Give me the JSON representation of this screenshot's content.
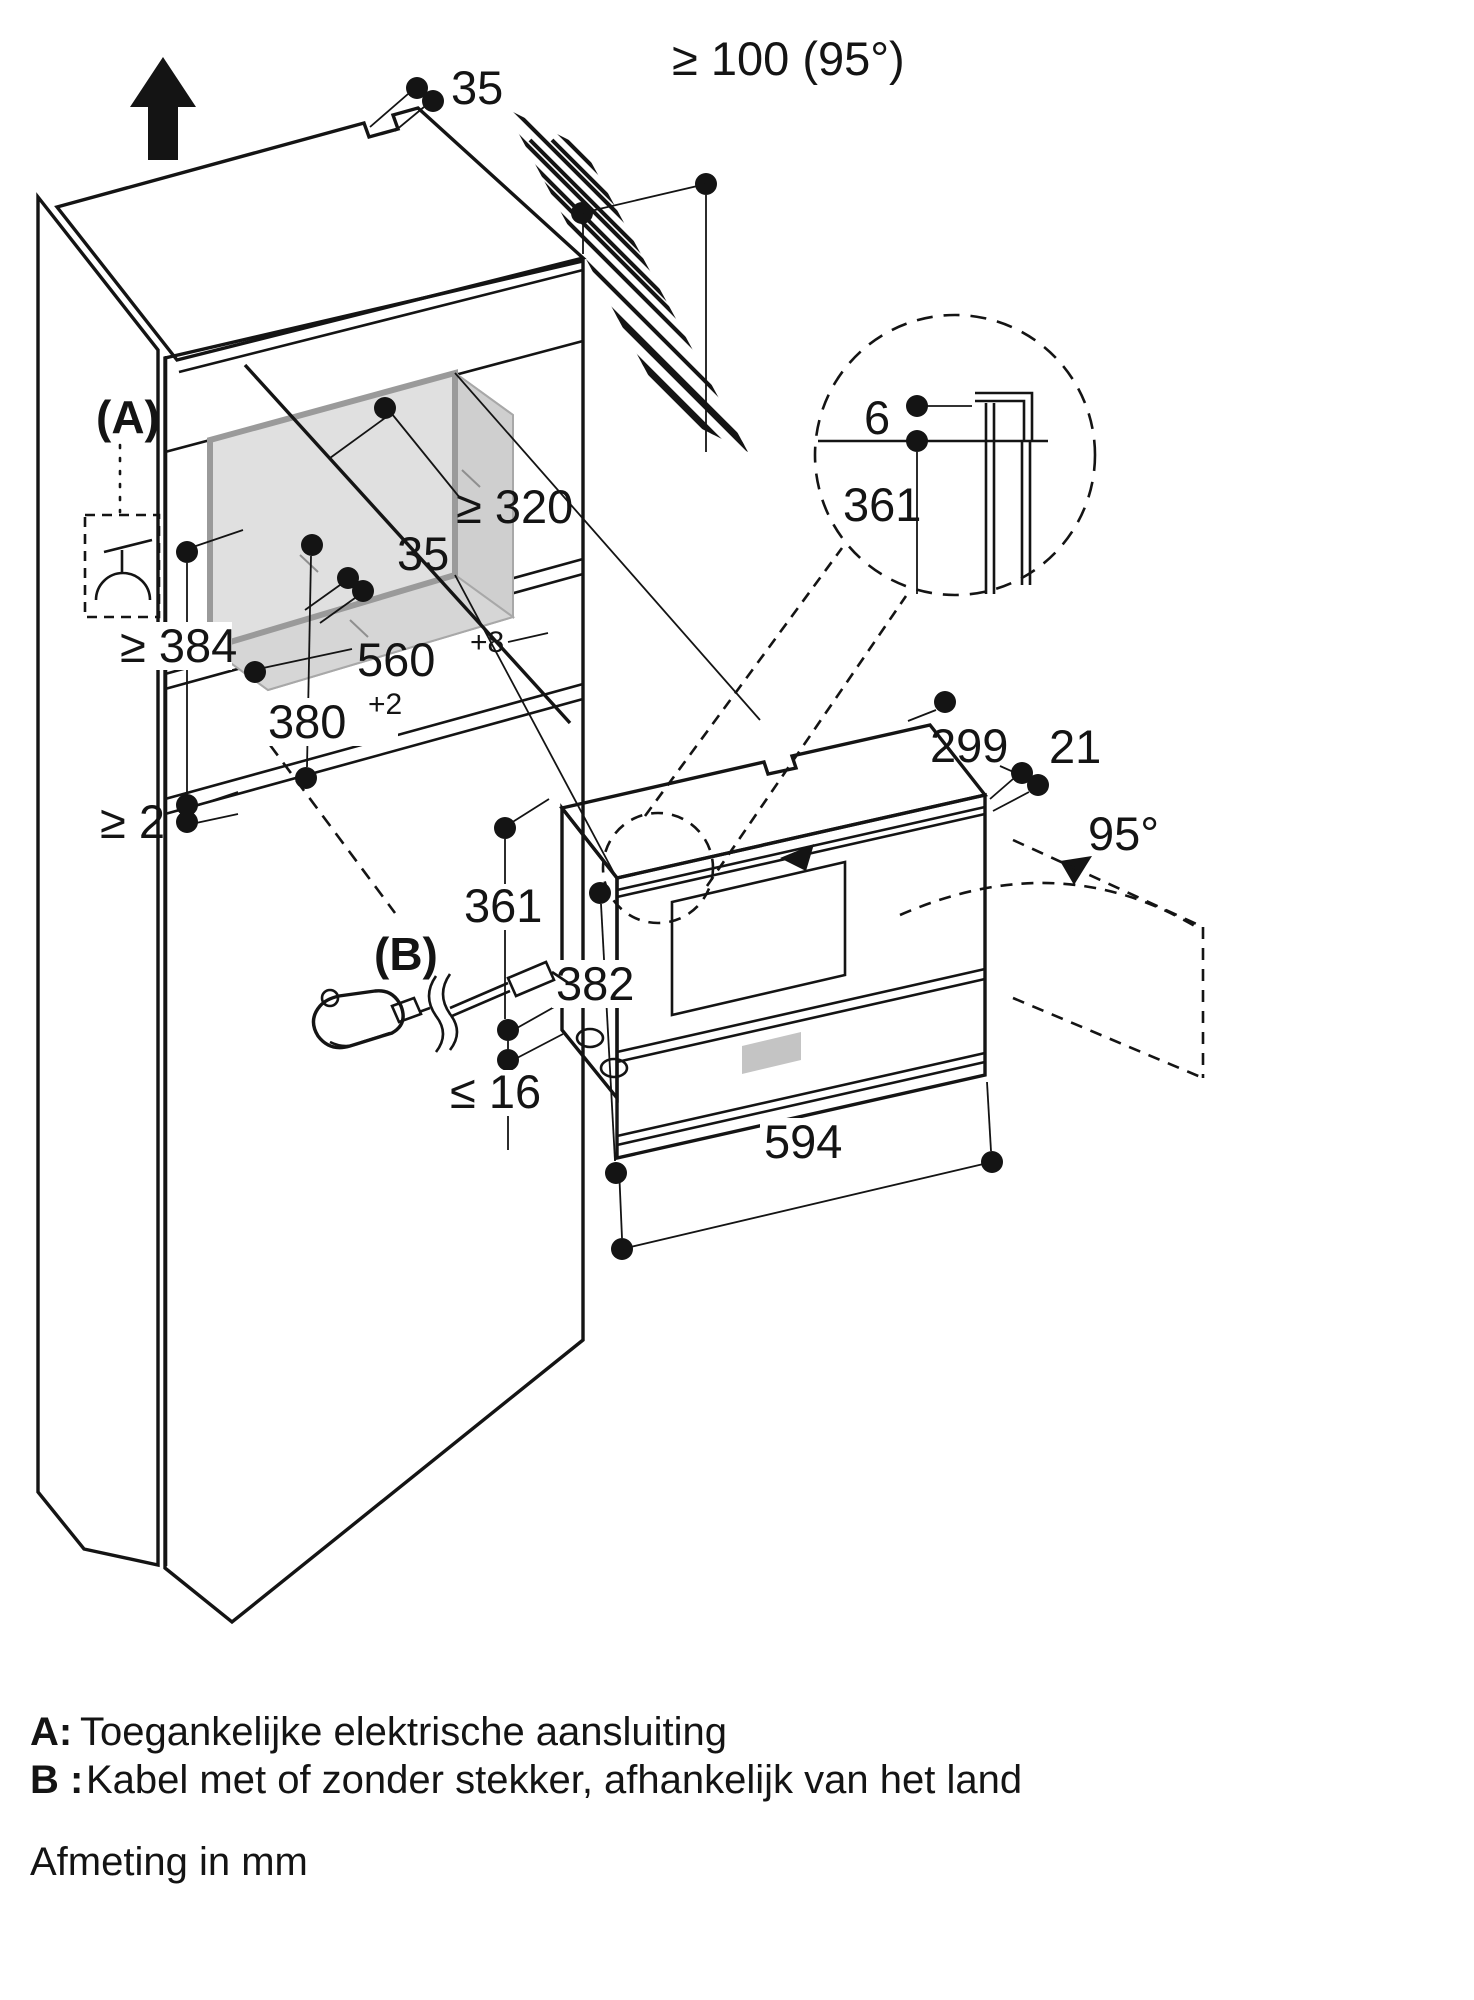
{
  "diagram": {
    "title_context": "built-in appliance installation drawing",
    "dimensions": {
      "top_notch": "35",
      "wall_clearance": "≥ 100 (95°)",
      "detail_gap": "6",
      "detail_height": "361",
      "niche_depth": "≥ 320",
      "niche_setback": "35",
      "niche_width": "560",
      "niche_width_tol": "+8",
      "niche_height": "380",
      "niche_height_tol": "+2",
      "side_clearance": "≥ 384",
      "bottom_gap": "≥ 2",
      "appliance_depth": "299",
      "trim_overhang": "21",
      "door_opening_angle": "95°",
      "appliance_height": "361",
      "total_height": "382",
      "plinth_gap": "≤ 16",
      "appliance_width": "594"
    },
    "callouts": {
      "a": "(A)",
      "b": "(B)"
    },
    "legend": {
      "a_label": "A:",
      "a_text": "Toegankelijke elektrische aansluiting",
      "b_label": "B :",
      "b_text": "Kabel met of zonder stekker, afhankelijk van het land",
      "note": "Afmeting in mm"
    },
    "colors": {
      "line": "#141414",
      "niche_fill": "#e0e0e0",
      "niche_floor_fill": "#d6d6d6",
      "niche_wall_fill": "#cfcfcf",
      "niche_edge": "#a8a8a8",
      "panel_top_fill": "#efefef",
      "panel_side_fill": "#e8e8e8",
      "display_fill": "#c4c4c4"
    }
  }
}
